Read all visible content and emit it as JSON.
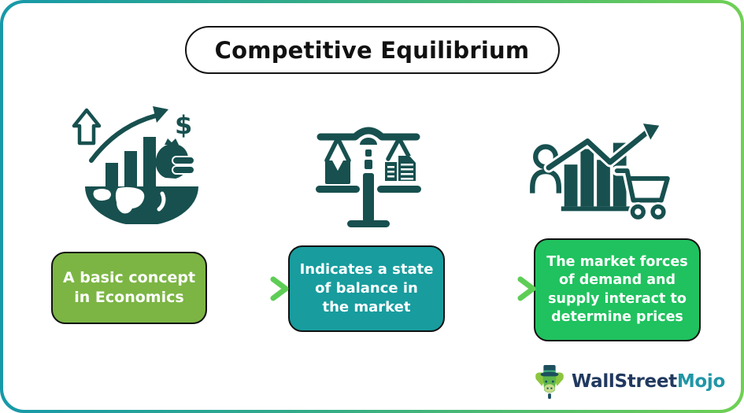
{
  "frame": {
    "border_gradient": [
      "#1799A9",
      "#6FD054"
    ],
    "background": "#ffffff"
  },
  "title": {
    "text": "Competitive Equilibrium",
    "text_color": "#111111",
    "border_color": "#141414"
  },
  "icons": [
    {
      "name": "global-economy-growth-icon",
      "description": "half globe with bar chart, rising arrow, up arrow and money bag",
      "color": "#17504F"
    },
    {
      "name": "balance-scale-icon",
      "description": "balance scale weighing a package against money documents",
      "color": "#17504F"
    },
    {
      "name": "market-demand-cart-icon",
      "description": "person with growth bar chart, zigzag arrow and shopping cart",
      "color": "#17504F"
    }
  ],
  "steps": [
    {
      "label": "A basic concept\nin Economics",
      "color": "#7CB544"
    },
    {
      "label": "Indicates a state\nof balance in\nthe market",
      "color": "#189C9E"
    },
    {
      "label": "The market forces\nof demand and\nsupply interact to\ndetermine prices",
      "color": "#1FC25E"
    }
  ],
  "arrows": {
    "gradient": [
      "#1E95A5",
      "#6DCE5B"
    ],
    "head_color": "#5ECD56"
  },
  "logo": {
    "brand_first": "WallStreet",
    "brand_second": "Mojo",
    "first_color": "#21395F",
    "second_color": "#2196A7"
  }
}
